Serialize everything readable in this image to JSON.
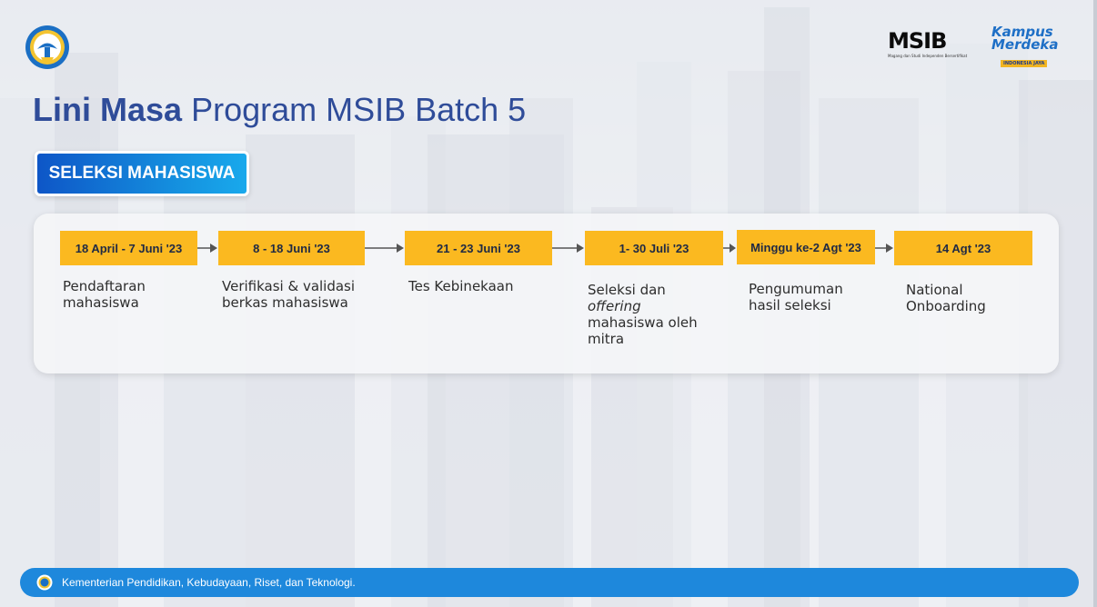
{
  "title": {
    "bold": "Lini Masa",
    "rest": "Program MSIB Batch 5"
  },
  "section_label": "SELEKSI MAHASISWA",
  "logos": {
    "msib": "MSIB",
    "msib_tagline": "Magang dan Studi Independen Bersertifikat",
    "km_line1": "Kampus",
    "km_line2": "Merdeka",
    "km_tag": "INDONESIA JAYA"
  },
  "timeline": [
    {
      "date": "18 April - 7 Juni '23",
      "desc": "Pendaftaran\nmahasiswa"
    },
    {
      "date": "8 - 18 Juni '23",
      "desc": "Verifikasi & validasi\nberkas mahasiswa"
    },
    {
      "date": "21 - 23 Juni '23",
      "desc": "Tes Kebinekaan"
    },
    {
      "date": "1- 30 Juli '23",
      "desc_pre": "Seleksi dan",
      "desc_italic": "offering",
      "desc_post": "mahasiswa oleh\nmitra"
    },
    {
      "date": "Minggu ke-2 Agt '23",
      "desc": "Pengumuman\nhasil seleksi"
    },
    {
      "date": "14 Agt '23",
      "desc": "National\nOnboarding"
    }
  ],
  "footer": {
    "text": "Kementerian Pendidikan, Kebudayaan, Riset, dan Teknologi."
  },
  "colors": {
    "title": "#2f4c99",
    "date_box": "#fbb920",
    "section_button": "#0e56c7",
    "footer": "#1e88dc"
  },
  "icons": [
    "tut-wuri-handayani-logo",
    "msib-logo",
    "kampus-merdeka-logo",
    "arrow-right-icon"
  ]
}
